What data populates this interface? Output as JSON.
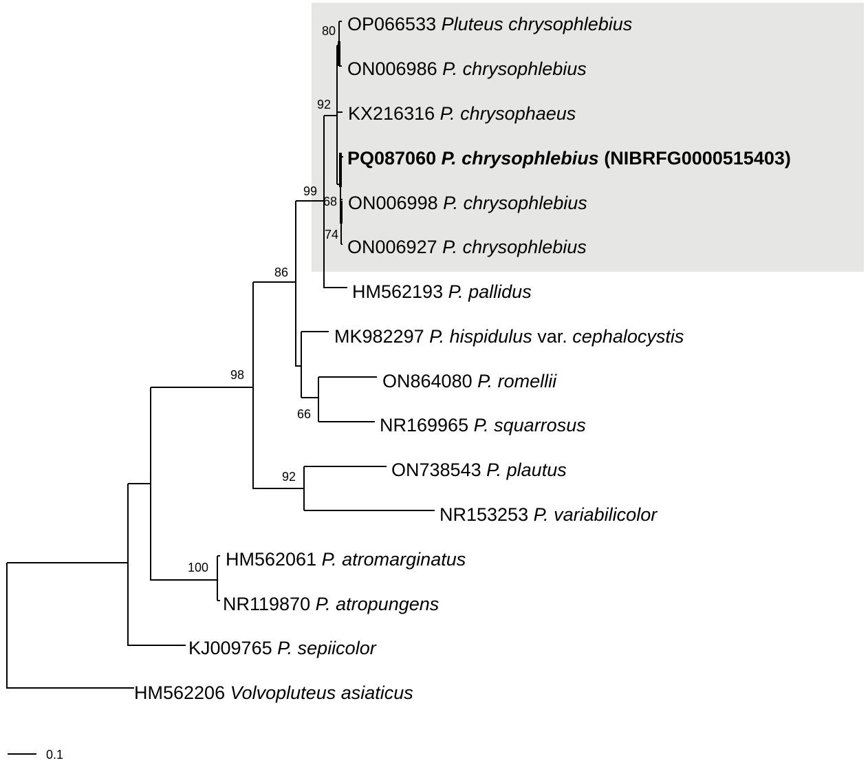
{
  "taxa": {
    "op066533": {
      "accession": "OP066533",
      "name": "Pluteus chrysophlebius"
    },
    "on006986": {
      "accession": "ON006986",
      "name": "P. chrysophlebius"
    },
    "kx216316": {
      "accession": "KX216316",
      "name": "P. chrysophaeus"
    },
    "pq087060": {
      "accession": "PQ087060",
      "name": "P. chrysophlebius",
      "voucher": "(NIBRFG0000515403)"
    },
    "on006998": {
      "accession": "ON006998",
      "name": "P. chrysophlebius"
    },
    "on006927": {
      "accession": "ON006927",
      "name": "P. chrysophlebius"
    },
    "hm562193": {
      "accession": "HM562193",
      "name": "P. pallidus"
    },
    "mk982297": {
      "accession": "MK982297",
      "name": "P. hispidulus",
      "rank": "var.",
      "infra": "cephalocystis"
    },
    "on864080": {
      "accession": "ON864080",
      "name": "P. romellii"
    },
    "nr169965": {
      "accession": "NR169965",
      "name": "P. squarrosus"
    },
    "on738543": {
      "accession": "ON738543",
      "name": "P. plautus"
    },
    "nr153253": {
      "accession": "NR153253",
      "name": "P. variabilicolor"
    },
    "hm562061": {
      "accession": "HM562061",
      "name": "P. atromarginatus"
    },
    "nr119870": {
      "accession": "NR119870",
      "name": "P. atropungens"
    },
    "kj009765": {
      "accession": "KJ009765",
      "name": "P. sepiicolor"
    },
    "hm562206": {
      "accession": "HM562206",
      "name": "Volvopluteus asiaticus"
    }
  },
  "bootstrap": {
    "n80": "80",
    "n92a": "92",
    "n99": "99",
    "n68": "68",
    "n74": "74",
    "n86": "86",
    "n98": "98",
    "n66": "66",
    "n92b": "92",
    "n100": "100"
  },
  "scale_bar": {
    "label": "0.1"
  },
  "colors": {
    "highlight_box": "#e6e6e5",
    "lines": "#000000"
  }
}
